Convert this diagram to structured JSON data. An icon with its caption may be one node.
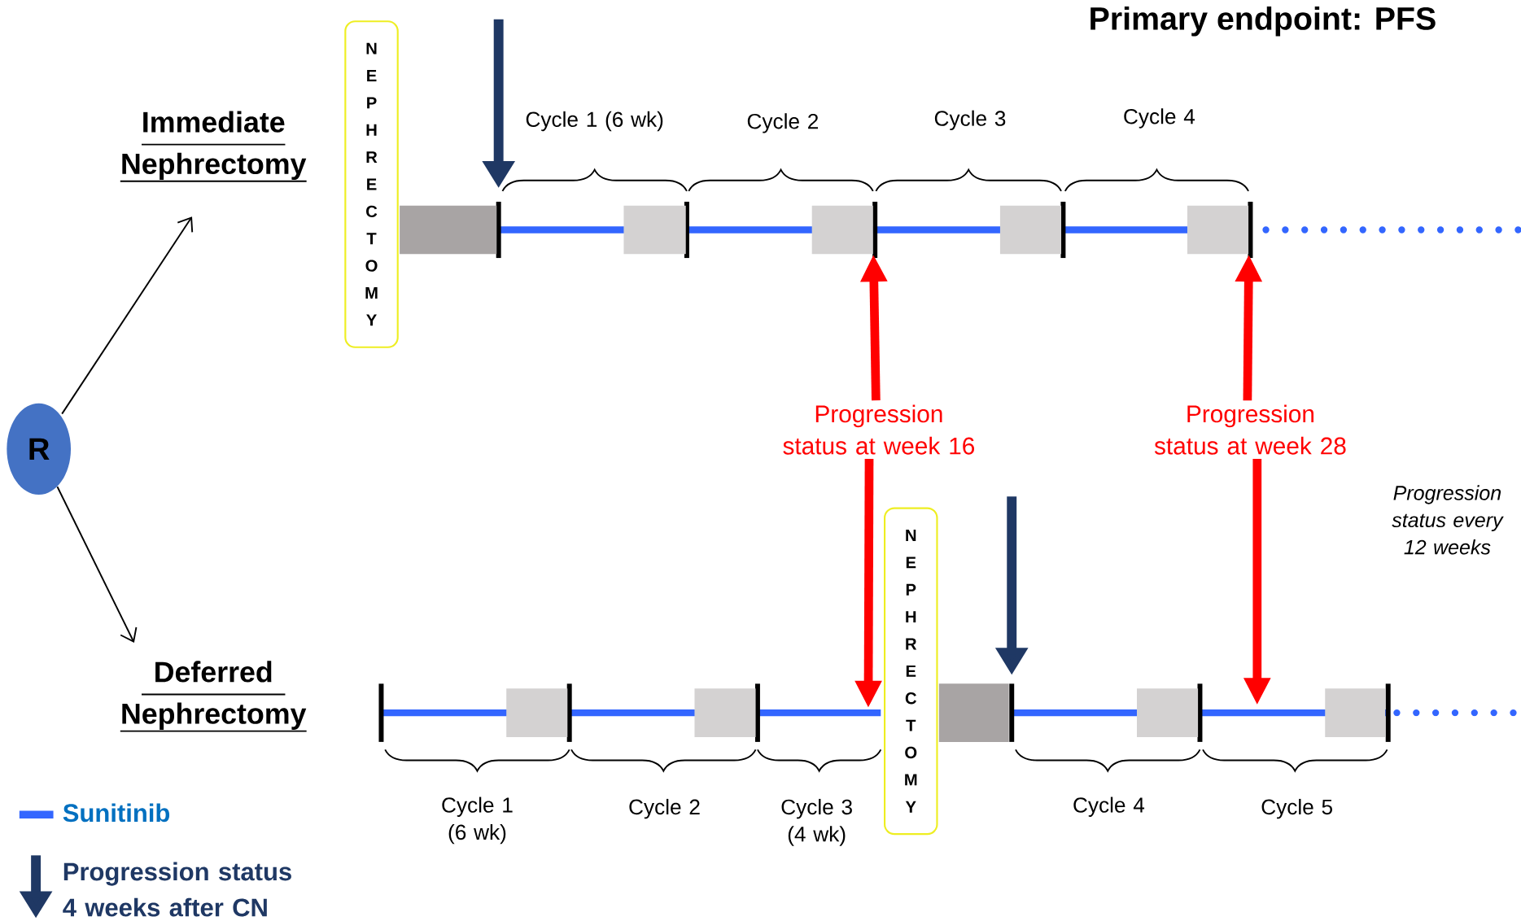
{
  "diagram": {
    "title": "Primary endpoint: PFS",
    "nodes": [
      {
        "text": [
          "R"
        ]
      },
      {
        "text": [
          "Immediate Nephrectomy"
        ]
      },
      {
        "text": [
          "NEPHRECTOMY"
        ]
      },
      {
        "text": [
          "Progression status at week 16"
        ]
      },
      {
        "text": [
          "Progression status at week 28"
        ]
      },
      {
        "text": [
          "Deferred Nephrectomy"
        ]
      },
      {
        "text": [
          "NEPHRECTOMY"
        ]
      },
      {
        "text": [],
        "shape": "box"
      },
      {
        "text": [],
        "shape": "box"
      },
      {
        "text": [],
        "shape": "box"
      },
      {
        "text": [],
        "shape": "box"
      },
      {
        "text": [],
        "shape": "box"
      },
      {
        "text": [],
        "shape": "box"
      },
      {
        "text": [],
        "shape": "box"
      },
      {
        "text": [],
        "shape": "box"
      },
      {
        "text": [],
        "shape": "box"
      },
      {
        "text": [],
        "shape": "box"
      }
    ],
    "edges": [
      {
        "from": 0,
        "to": 1,
        "arrow": "to",
        "color": "#000000"
      },
      {
        "from": 0,
        "to": 5,
        "arrow": "to",
        "color": "#000000"
      },
      {
        "from": 3,
        "to": 9,
        "arrow": "to"
      },
      {
        "from": 3,
        "to": 6,
        "arrow": "to"
      },
      {
        "from": 4,
        "to": 11,
        "arrow": "to"
      },
      {
        "from": 4,
        "to": null,
        "arrow": "to"
      }
    ],
    "labels": [
      "Cycle 1 (6 wk)",
      "Cycle 2",
      "Cycle 3",
      "Cycle 4",
      "Progression status every 12 weeks",
      "Cycle 1 (6 wk)",
      "Cycle 2",
      "Cycle 3 (4 wk)",
      "Cycle 4",
      "Cycle 5"
    ],
    "legend": [
      {
        "text": "Sunitinib"
      },
      {
        "text": "Progression status 4 weeks after CN"
      }
    ]
  }
}
